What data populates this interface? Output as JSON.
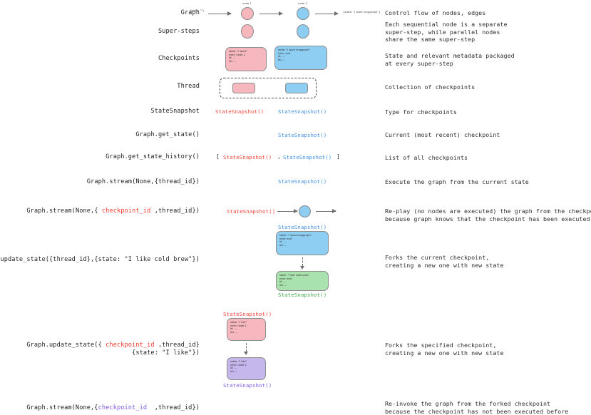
{
  "rows": [
    {
      "label": "Graph",
      "desc": "Control flow of nodes, edges"
    },
    {
      "label": "Super-steps",
      "desc": "Each sequential node is a separate\nsuper-step, while parallel nodes\nshare the same super-step"
    },
    {
      "label": "Checkpoints",
      "desc": "State and relevant metadata packaged\nat every super-step"
    },
    {
      "label": "Thread",
      "desc": "Collection of checkpoints"
    },
    {
      "label": "StateSnapshot",
      "desc": "Type for checkpoints"
    },
    {
      "label": "Graph.get_state()",
      "desc": "Current (most recent) checkpoint"
    },
    {
      "label": "Graph.get_state_history()",
      "desc": "List of all checkpoints"
    },
    {
      "label": "Graph.stream(None,{thread_id})",
      "desc": "Execute the graph from the current state"
    },
    {
      "label_parts": [
        "Graph.stream(None,{ ",
        "checkpoint_id",
        " ,thread_id})"
      ],
      "desc": "Re-play (no nodes are executed) the graph from the checkpoint,\nbecause graph knows that the checkpoint has been executed before"
    },
    {
      "label": "Graph.update_state({thread_id},{state: \"I like cold brew\"})",
      "desc": "Forks the current checkpoint,\ncreating a new one with new state"
    },
    {
      "label_parts": [
        "Graph.update_state({ ",
        "checkpoint_id",
        " ,thread_id}"
      ],
      "label_line2": "{state: \"I like\"})",
      "desc": "Forks the specified checkpoint,\ncreating a new one with new state"
    },
    {
      "label_parts": [
        "Graph.stream(None,{",
        "checkpoint_id",
        "  ,thread_id})"
      ],
      "desc": "Re-invoke the graph from the forked checkpoint\nbecause the checkpoint has not been executed before"
    }
  ],
  "graph_row": {
    "input_state": "{state: \"\"}",
    "node1_tag": "node 1",
    "node2_tag": "node 2",
    "output_state": "{state: \"I want longgraph\"}"
  },
  "checkpoint_boxes": {
    "pink_node2": [
      "state: \"I want\"",
      "next: node 2",
      "id: ...",
      "etc ..."
    ],
    "blue_end": [
      "state: \"I want longgraph\"",
      "next: end",
      "id: ...",
      "etc ..."
    ],
    "green_fork": [
      "state: \"I like cold brew\"",
      "next: end",
      "id: ...",
      "etc ..."
    ],
    "purple_fork": [
      "state: \"I like\"",
      "next: node 2",
      "id: ...",
      "etc ..."
    ]
  },
  "snapshots": {
    "label": "StateSnapshot()",
    "bracket_open": "[",
    "bracket_close": "]",
    "comma": ","
  },
  "colors": {
    "pink": "#f6b8be",
    "blue": "#8ecef2",
    "green": "#a9e2ae",
    "purple": "#c5b6ec",
    "red_text": "#f4463c",
    "blue_text": "#3f8fe0",
    "green_text": "#3fa84a",
    "purple_text": "#7b5ce0"
  }
}
